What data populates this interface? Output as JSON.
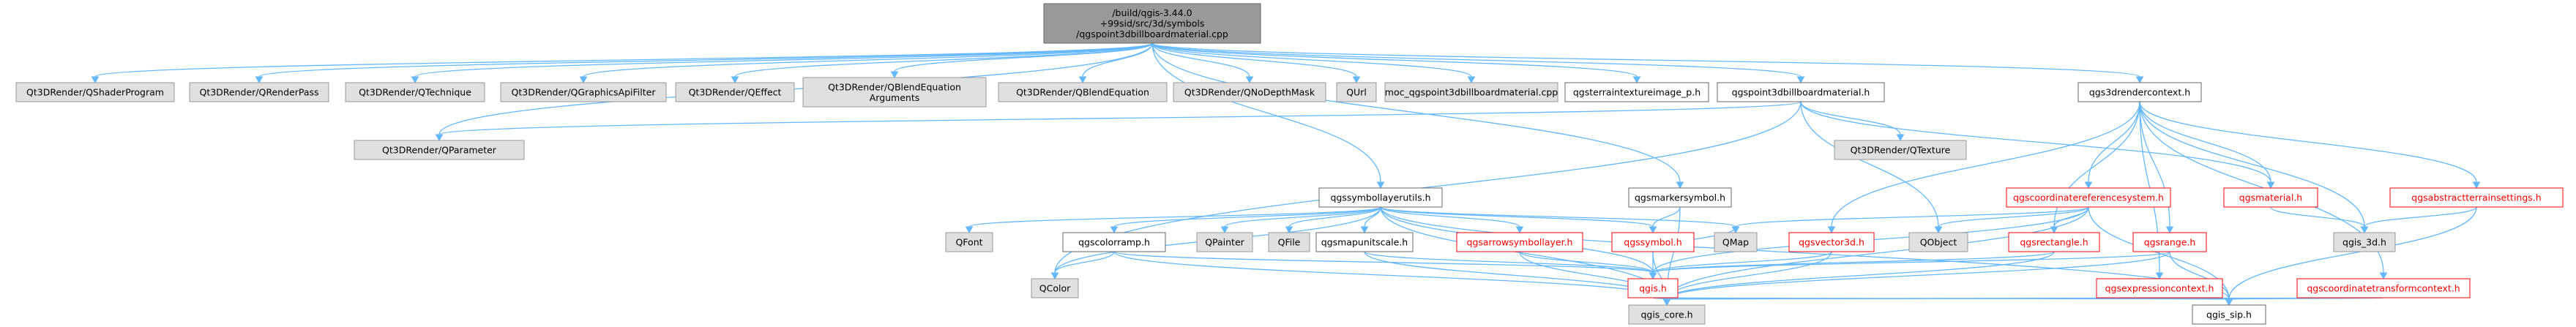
{
  "colors": {
    "edge": "#63b8ff",
    "node_grey_fill": "#e0e0e0",
    "node_root_fill": "#999999",
    "node_red_stroke": "#ff0000",
    "text": "#000000"
  },
  "nodes": {
    "root": [
      "/build/qgis-3.44.0",
      "+99sid/src/3d/symbols",
      "/qgspoint3dbillboardmaterial.cpp"
    ],
    "qshaderprogram": [
      "Qt3DRender/QShaderProgram"
    ],
    "qrenderpass": [
      "Qt3DRender/QRenderPass"
    ],
    "qtechnique": [
      "Qt3DRender/QTechnique"
    ],
    "qgraphicsapifilter": [
      "Qt3DRender/QGraphicsApiFilter"
    ],
    "qeffect": [
      "Qt3DRender/QEffect"
    ],
    "qblendequationarguments": [
      "Qt3DRender/QBlendEquation",
      "Arguments"
    ],
    "qblendequation": [
      "Qt3DRender/QBlendEquation"
    ],
    "qnodepthmask": [
      "Qt3DRender/QNoDepthMask"
    ],
    "qurl": [
      "QUrl"
    ],
    "moc": [
      "moc_qgspoint3dbillboardmaterial.cpp"
    ],
    "terraintextureimage": [
      "qgsterraintextureimage_p.h"
    ],
    "point3dbillboardmaterial": [
      "qgspoint3dbillboardmaterial.h"
    ],
    "qgs3drendercontext": [
      "qgs3drendercontext.h"
    ],
    "qparameter": [
      "Qt3DRender/QParameter"
    ],
    "symbollayerutils": [
      "qgssymbollayerutils.h"
    ],
    "markersymbol": [
      "qgsmarkersymbol.h"
    ],
    "qtexture": [
      "Qt3DRender/QTexture"
    ],
    "crs": [
      "qgscoordinatereferencesystem.h"
    ],
    "qgsmaterial": [
      "qgsmaterial.h"
    ],
    "abstractterrainsettings": [
      "qgsabstractterrainsettings.h"
    ],
    "qgis3d": [
      "qgis_3d.h"
    ],
    "qfont": [
      "QFont"
    ],
    "colorramp": [
      "qgscolorramp.h"
    ],
    "qpainter": [
      "QPainter"
    ],
    "qfile": [
      "QFile"
    ],
    "mapunitscale": [
      "qgsmapunitscale.h"
    ],
    "arrowsymbollayer": [
      "qgsarrowsymbollayer.h"
    ],
    "qgssymbol": [
      "qgssymbol.h"
    ],
    "qmap": [
      "QMap"
    ],
    "vector3d": [
      "qgsvector3d.h"
    ],
    "qobject": [
      "QObject"
    ],
    "rectangle": [
      "qgsrectangle.h"
    ],
    "qgsrange": [
      "qgsrange.h"
    ],
    "qcolor": [
      "QColor"
    ],
    "qgis": [
      "qgis.h"
    ],
    "expressioncontext": [
      "qgsexpressioncontext.h"
    ],
    "transformcontext": [
      "qgscoordinatetransformcontext.h"
    ],
    "qgiscore": [
      "qgis_core.h"
    ],
    "qgissip": [
      "qgis_sip.h"
    ]
  }
}
